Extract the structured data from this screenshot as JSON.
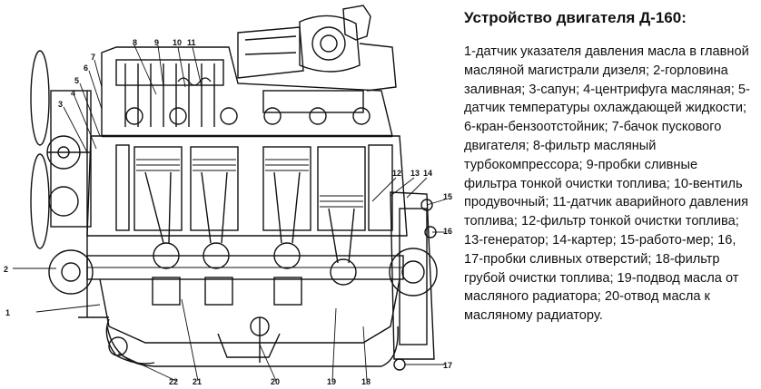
{
  "title": "Устройство двигателя Д-160:",
  "description": "1-датчик указателя давления масла в главной масляной магистрали дизеля; 2-горловина заливная; 3-сапун; 4-центрифуга масляная; 5-датчик температуры охлаждающей жидкости; 6-кран-бензоотстойник; 7-бачок пускового двигателя; 8-фильтр масляный турбокомпрессора; 9-пробки сливные фильтра тонкой очистки топлива; 10-вентиль продувочный; 11-датчик аварийного давления топлива; 12-фильтр тонкой очистки топлива; 13-генератор; 14-картер; 15-работо-мер; 16, 17-пробки сливных отверстий; 18-фильтр грубой очистки топлива; 19-подвод масла от масляного радиатора; 20-отвод масла к масляному радиатору.",
  "callouts": [
    {
      "id": "c1",
      "label": "1"
    },
    {
      "id": "c2",
      "label": "2"
    },
    {
      "id": "c3",
      "label": "3"
    },
    {
      "id": "c4",
      "label": "4"
    },
    {
      "id": "c5",
      "label": "5"
    },
    {
      "id": "c6",
      "label": "6"
    },
    {
      "id": "c7",
      "label": "7"
    },
    {
      "id": "c8",
      "label": "8"
    },
    {
      "id": "c9",
      "label": "9"
    },
    {
      "id": "c10",
      "label": "10"
    },
    {
      "id": "c11",
      "label": "11"
    },
    {
      "id": "c12",
      "label": "12"
    },
    {
      "id": "c13",
      "label": "13"
    },
    {
      "id": "c14",
      "label": "14"
    },
    {
      "id": "c15",
      "label": "15"
    },
    {
      "id": "c16",
      "label": "16"
    },
    {
      "id": "c17",
      "label": "17"
    },
    {
      "id": "c18",
      "label": "18"
    },
    {
      "id": "c19",
      "label": "19"
    },
    {
      "id": "c20",
      "label": "20"
    },
    {
      "id": "c21",
      "label": "21"
    },
    {
      "id": "c22",
      "label": "22"
    }
  ]
}
